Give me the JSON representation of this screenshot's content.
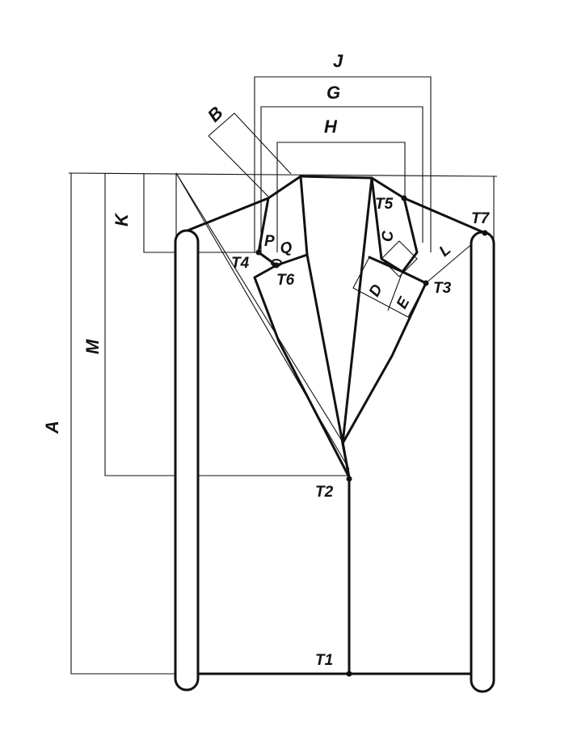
{
  "diagram": {
    "labels": {
      "A": "A",
      "B": "B",
      "C": "C",
      "D": "D",
      "E": "E",
      "G": "G",
      "H": "H",
      "J": "J",
      "K": "K",
      "L": "L",
      "M": "M",
      "P": "P",
      "Q": "Q",
      "T1": "T1",
      "T2": "T2",
      "T3": "T3",
      "T4": "T4",
      "T5": "T5",
      "T6": "T6",
      "T7": "T7"
    }
  }
}
